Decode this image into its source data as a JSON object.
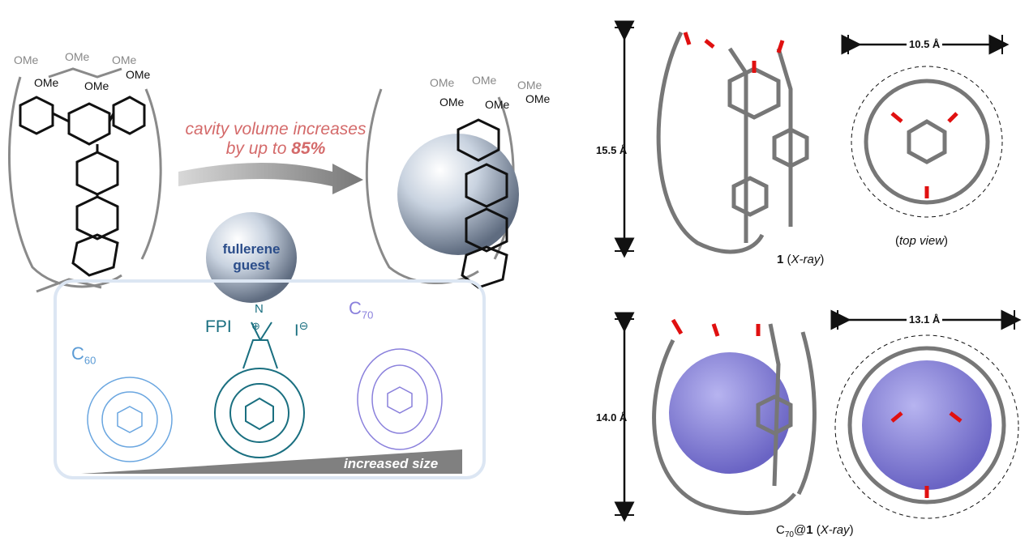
{
  "left_scheme": {
    "ome_labels_back": [
      "OMe",
      "OMe",
      "OMe"
    ],
    "ome_labels_front": [
      "OMe",
      "OMe",
      "OMe"
    ],
    "ome_labels_complex_back": [
      "OMe",
      "OMe",
      "OMe"
    ],
    "ome_labels_complex_front": [
      "OMe",
      "OMe",
      "OMe"
    ],
    "arrow_text_line1": "cavity volume increases",
    "arrow_text_line2_prefix": "by up to ",
    "arrow_text_line2_value": "85%",
    "guest_line1": "fullerene",
    "guest_line2": "guest"
  },
  "guests_box": {
    "c60": {
      "base": "C",
      "sub": "60",
      "color": "#5b9bd5"
    },
    "fpi": {
      "label": "FPI",
      "cation": "⊕",
      "anion": "I",
      "anion_charge": "⊖",
      "n_label": "N",
      "color": "#1a6f80"
    },
    "c70": {
      "base": "C",
      "sub": "70",
      "color": "#8a80dc"
    },
    "size_label": "increased size"
  },
  "right_panel": {
    "top": {
      "height_label": "15.5 Å",
      "width_label": "10.5 Å",
      "caption_bold": "1",
      "caption_rest": "X-ray",
      "top_view_label": "top view"
    },
    "bottom": {
      "height_label": "14.0 Å",
      "width_label": "13.1 Å",
      "caption_base": "C",
      "caption_sub": "70",
      "caption_at": "@",
      "caption_bold": "1",
      "caption_rest": "X-ray"
    }
  }
}
